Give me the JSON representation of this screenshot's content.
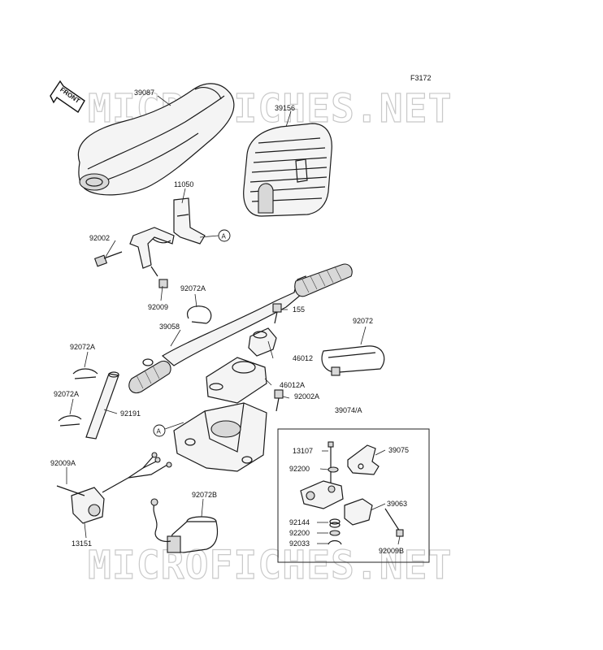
{
  "figure_code": "F3172",
  "watermark": "MICROFICHES.NET",
  "front_arrow": "FRONT",
  "callout_letter": "A",
  "subassembly": "39074/A",
  "parts": {
    "p39087": "39087",
    "p39156": "39156",
    "p11050": "11050",
    "p92002": "92002",
    "p92009": "92009",
    "p92072A_top": "92072A",
    "p155": "155",
    "p92072": "92072",
    "p39058": "39058",
    "p46012": "46012",
    "p92072A_left1": "92072A",
    "p46012A": "46012A",
    "p92002A": "92002A",
    "p92072A_left2": "92072A",
    "p92191": "92191",
    "p13107": "13107",
    "p39075": "39075",
    "p92200_a": "92200",
    "p92009A": "92009A",
    "p92072B": "92072B",
    "p39063": "39063",
    "p92144": "92144",
    "p92200_b": "92200",
    "p92033": "92033",
    "p92009B": "92009B",
    "p13151": "13151"
  }
}
